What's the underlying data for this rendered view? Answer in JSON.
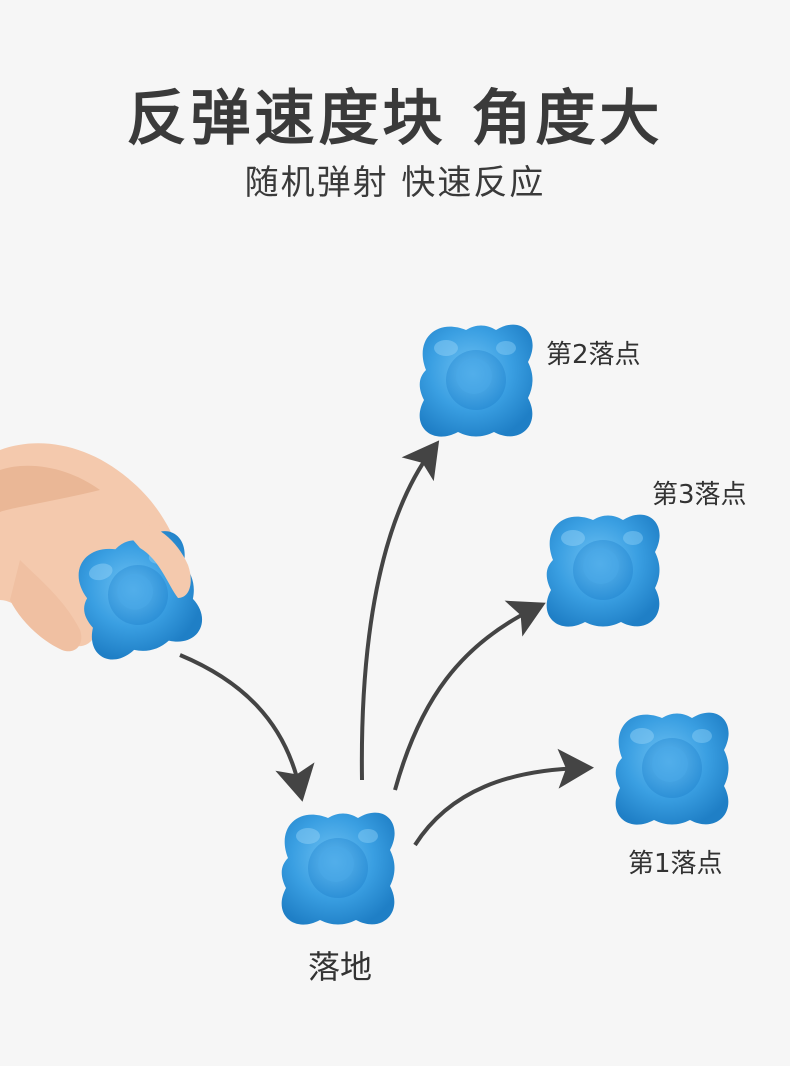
{
  "heading": {
    "title": "反弹速度块 角度大",
    "subtitle": "随机弹射 快速反应"
  },
  "labels": {
    "landing_2": "第2落点",
    "landing_3": "第3落点",
    "landing_1": "第1落点",
    "ground": "落地"
  },
  "colors": {
    "ball": "#2f95dd",
    "ball_highlight": "#5bb3ee",
    "arrow": "#444444",
    "background": "#f6f6f6"
  }
}
